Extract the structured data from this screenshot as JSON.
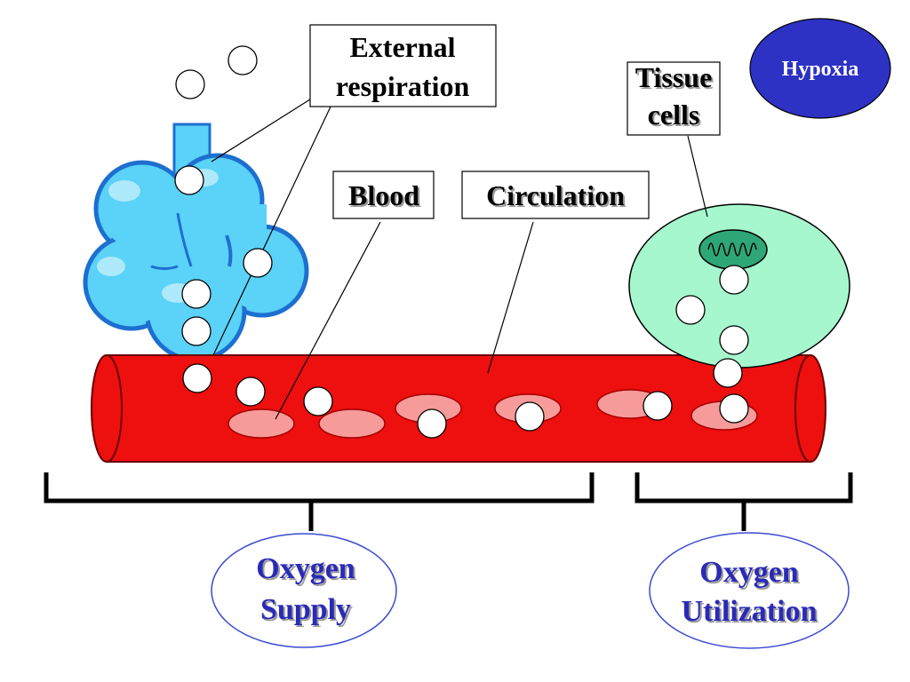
{
  "labels": {
    "external_respiration": [
      "External",
      "respiration"
    ],
    "tissue_cells": [
      "Tissue",
      "cells"
    ],
    "blood": "Blood",
    "circulation": "Circulation",
    "hypoxia": "Hypoxia",
    "oxygen_supply": [
      "Oxygen",
      "Supply"
    ],
    "oxygen_utilization": [
      "Oxygen",
      "Utilization"
    ]
  },
  "colors": {
    "vessel": "#ee0f0f",
    "vessel_outline": "#6a0000",
    "rbc": "#f79a9a",
    "lung": "#5bd2f7",
    "lung_dark": "#1d6fd0",
    "cell": "#a6f7cd",
    "mitochondrion": "#2ea676",
    "hypoxia_bg": "#2d31c4",
    "oval_text": "#2a2ab8",
    "oval_outline": "#3a4ad0"
  },
  "icons": [
    "lung-icon",
    "blood-vessel-icon",
    "red-blood-cell-icon",
    "oxygen-molecule-icon",
    "tissue-cell-icon",
    "mitochondrion-icon"
  ]
}
